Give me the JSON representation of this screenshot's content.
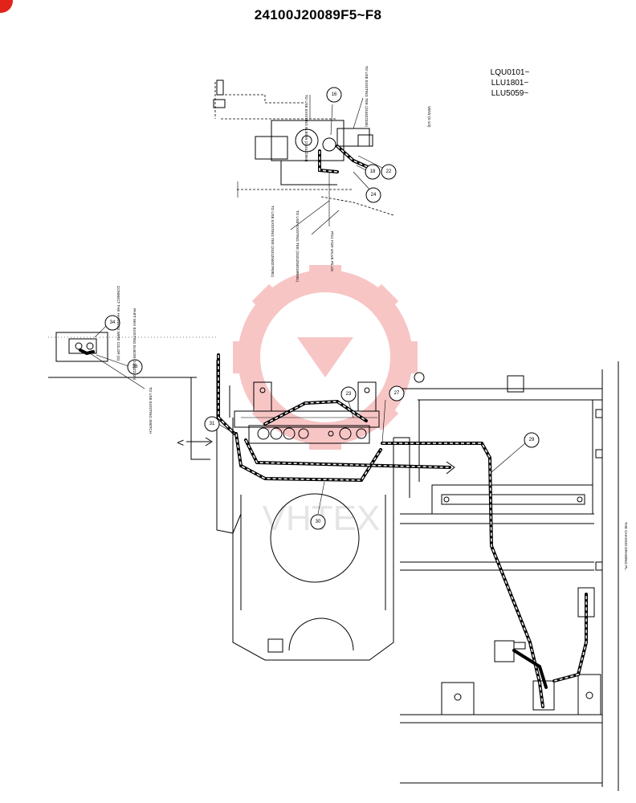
{
  "title": "24100J20089F5~F8",
  "serials": [
    "LQU0101~",
    "LLU1801~",
    "LLU5059~"
  ],
  "side_label": "VIEW (S-1/4)",
  "right_note": "THE CHASSIS DRAWING PL.",
  "view_arrow": "V",
  "watermark_text": "VHTEX",
  "colors": {
    "brand_red": "#e2231a",
    "watermark": "#f08080"
  },
  "callouts_top": [
    "16",
    "18",
    "22",
    "24"
  ],
  "callouts_left": [
    "34",
    "38"
  ],
  "callouts_main": [
    "31",
    "23",
    "27",
    "29",
    "30"
  ],
  "notes": {
    "existing_elbow_1": "TO USE EXISTING ELBOW (2444Z2804)",
    "existing_tee_1": "TO USE EXISTING TEE (2444Z2336)",
    "existing_tee_2": "TO USE EXISTING TEE (2431Z04027R081)",
    "existing_tee_3": "TO USE EXISTING TEE (2431Z04018R061)",
    "for_valve": "P/V1 FOR VALVE P/LUS",
    "connect_harness": "CONNECT THE HARNESS WIRE COLOR (G)",
    "part_elbow": "PART WAY EXISTING ELBOW (2444Z2336)",
    "existing_switch": "TO USE EXISTING SWITCH"
  }
}
